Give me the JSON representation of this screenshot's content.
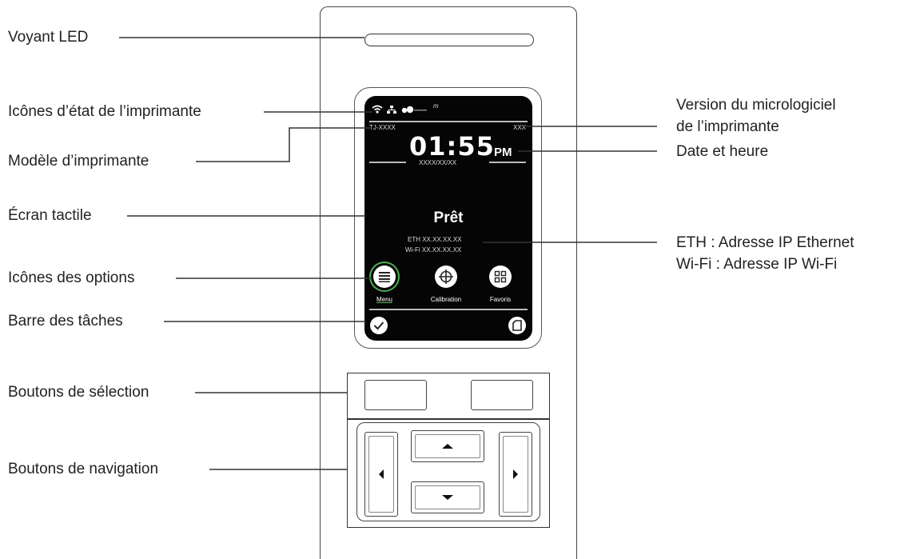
{
  "labels_left": {
    "led": "Voyant LED",
    "status_icons": "Icônes d’état de l’imprimante",
    "model": "Modèle d’imprimante",
    "touchscreen": "Écran tactile",
    "option_icons": "Icônes des options",
    "taskbar": "Barre des tâches",
    "select_buttons": "Boutons de sélection",
    "nav_buttons": "Boutons de navigation"
  },
  "labels_right": {
    "firmware_line1": "Version du micrologiciel",
    "firmware_line2": "de l’imprimante",
    "datetime": "Date et heure",
    "eth_label": "ETH : Adresse IP Ethernet",
    "wifi_label": "Wi-Fi : Adresse IP Wi-Fi"
  },
  "screen": {
    "status_bar_suffix": "m",
    "model": "TJ-XXXX",
    "firmware": "XXX",
    "time": "01:55",
    "ampm": "PM",
    "date": "XXXX/XX/XX",
    "status": "Prêt",
    "eth": "ETH XX.XX.XX.XX",
    "wifi": "Wi-Fi XX.XX.XX.XX",
    "options": [
      {
        "label": "Menu",
        "icon": "menu-list-icon"
      },
      {
        "label": "Calibration",
        "icon": "calibration-crosshair-icon"
      },
      {
        "label": "Favoris",
        "icon": "favorites-grid-icon"
      }
    ],
    "taskbar_icons": [
      "checkmark-icon",
      "sd-card-icon"
    ]
  },
  "colors": {
    "menu_ring": "#4caf50",
    "screen_bg": "#050505"
  }
}
